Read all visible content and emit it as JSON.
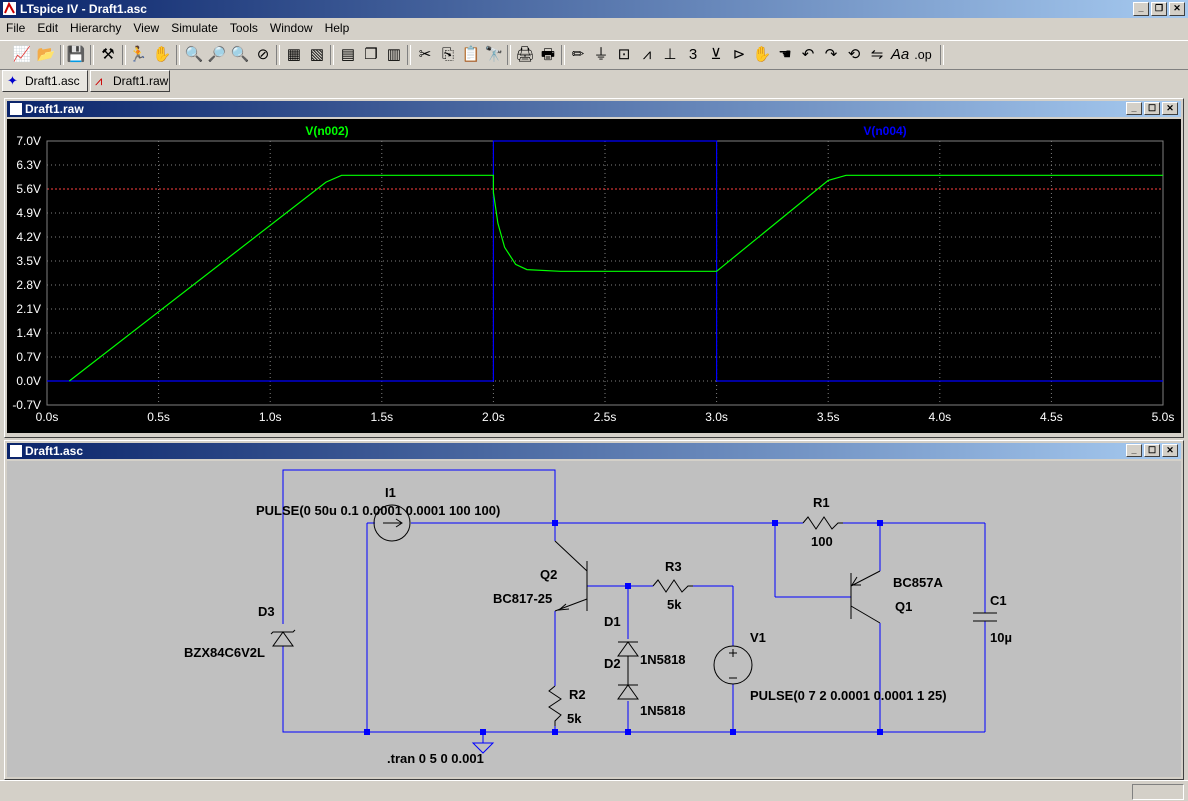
{
  "window": {
    "title": "LTspice IV - Draft1.asc"
  },
  "menu": [
    "File",
    "Edit",
    "Hierarchy",
    "View",
    "Simulate",
    "Tools",
    "Window",
    "Help"
  ],
  "toolbar": {
    "icons": [
      "new-schematic",
      "open",
      "save",
      "control-panel",
      "run",
      "halt",
      "zoom-in",
      "zoom-pan",
      "zoom-out",
      "zoom-cancel",
      "autorange",
      "mark-unref",
      "tile-horizontal",
      "cascade",
      "tile-vertical",
      "cut",
      "copy",
      "paste",
      "find",
      "print-setup",
      "print",
      "draw-wire",
      "ground",
      "label-net",
      "resistor",
      "capacitor",
      "inductor",
      "diode",
      "component",
      "move",
      "drag",
      "undo",
      "redo",
      "rotate",
      "mirror",
      "text",
      "spice-directive"
    ]
  },
  "tabs": [
    {
      "label": "Draft1.asc"
    },
    {
      "label": "Draft1.raw"
    }
  ],
  "waveform_window": {
    "title": "Draft1.raw",
    "trace_labels": {
      "v2": "V(n002)",
      "v4": "V(n004)"
    }
  },
  "schematic_window": {
    "title": "Draft1.asc",
    "labels": {
      "i1": "I1",
      "i1_value": "PULSE(0 50u 0.1 0.0001 0.0001 100 100)",
      "r1": "R1",
      "r1_value": "100",
      "r2": "R2",
      "r2_value": "5k",
      "r3": "R3",
      "r3_value": "5k",
      "q1": "Q1",
      "q1_model": "BC857A",
      "q2": "Q2",
      "q2_model": "BC817-25",
      "d1": "D1",
      "d1_model": "1N5818",
      "d2": "D2",
      "d2_model": "1N5818",
      "d3": "D3",
      "d3_model": "BZX84C6V2L",
      "c1": "C1",
      "c1_value": "10µ",
      "v1": "V1",
      "v1_value": "PULSE(0 7 2 0.0001 0.0001 1 25)",
      "directive": ".tran 0 5 0 0.001"
    }
  },
  "chart_data": {
    "type": "line",
    "title": "",
    "xlabel": "",
    "ylabel": "",
    "xlim": [
      0,
      5
    ],
    "ylim": [
      -0.7,
      7.0
    ],
    "x_ticks": [
      "0.0s",
      "0.5s",
      "1.0s",
      "1.5s",
      "2.0s",
      "2.5s",
      "3.0s",
      "3.5s",
      "4.0s",
      "4.5s",
      "5.0s"
    ],
    "y_ticks": [
      "7.0V",
      "6.3V",
      "5.6V",
      "4.9V",
      "4.2V",
      "3.5V",
      "2.8V",
      "2.1V",
      "1.4V",
      "0.7V",
      "0.0V",
      "-0.7V"
    ],
    "grid": true,
    "series": [
      {
        "name": "V(n002)",
        "color": "#00ff00",
        "x": [
          0.1,
          1.25,
          1.32,
          2.0,
          2.0,
          2.02,
          2.05,
          2.1,
          2.15,
          2.3,
          3.0,
          3.5,
          3.58,
          5.0
        ],
        "y": [
          0.0,
          5.8,
          6.0,
          6.0,
          5.5,
          4.6,
          3.9,
          3.4,
          3.25,
          3.2,
          3.2,
          5.85,
          6.0,
          6.0
        ]
      },
      {
        "name": "V(n004)",
        "color": "#0000ff",
        "x": [
          0,
          2.0,
          2.0,
          3.0,
          3.0,
          5.0
        ],
        "y": [
          0,
          0,
          7.0,
          7.0,
          0,
          0
        ]
      }
    ],
    "reference_line": {
      "y": 5.6,
      "color": "#ff4040"
    }
  }
}
